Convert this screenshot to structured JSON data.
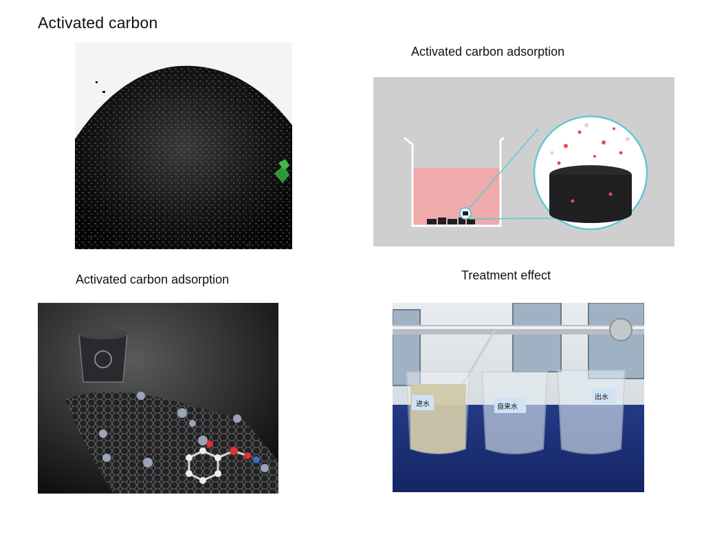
{
  "page": {
    "title": "Activated carbon"
  },
  "figures": {
    "granules": {
      "icon": "carbon-granules-photo"
    },
    "diagram": {
      "caption": "Activated carbon adsorption",
      "icon": "beaker-adsorption-diagram"
    },
    "molecular": {
      "caption": "Activated carbon adsorption",
      "icon": "graphene-molecule-render"
    },
    "effect": {
      "caption": "Treatment effect",
      "icon": "three-beakers-photo",
      "labels": [
        "进水",
        "自来水",
        "出水"
      ]
    }
  },
  "colors": {
    "accent_cyan": "#5ec8d6",
    "liquid_pink": "#f2a6a6",
    "carbon": "#1f1f22"
  }
}
